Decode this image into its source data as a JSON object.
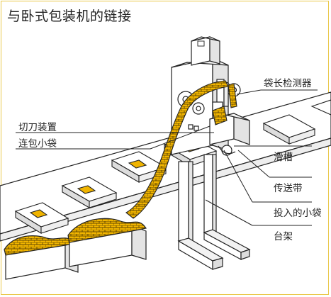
{
  "title": "与卧式包装机的链接",
  "labels": {
    "sensor": "袋长检测器",
    "cutter": "切刀装置",
    "pouches": "连包小袋",
    "chute": "滑槽",
    "conveyor": "传送带",
    "dropped": "投入的小袋",
    "stand": "台架"
  },
  "colors": {
    "pouch": "#f0b400",
    "border": "#e9c84a",
    "line": "#222222"
  }
}
